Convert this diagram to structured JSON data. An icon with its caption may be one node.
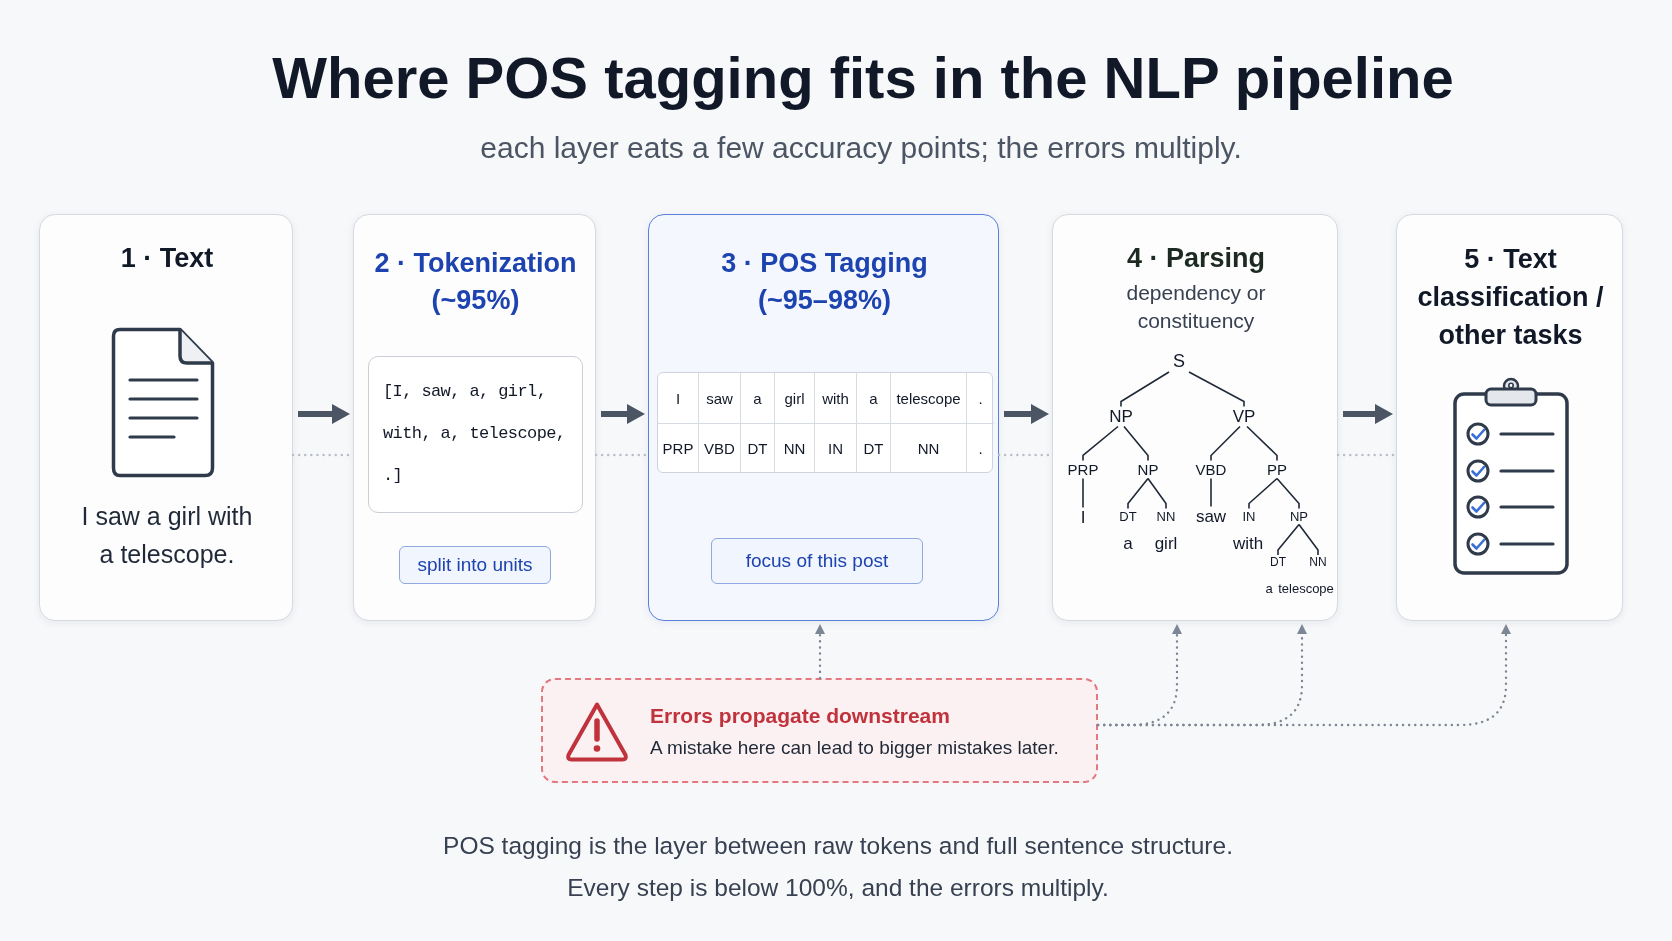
{
  "diagram": {
    "title": "Where POS tagging fits in the NLP pipeline",
    "nodes": [
      {
        "text": [
          "1 · Text",
          "I saw a girl with a telescope."
        ]
      },
      {
        "text": [
          "2 · Tokenization (~95%)"
        ]
      },
      {
        "text": [
          "[I, saw, a, girl, with, a, telescope, .]"
        ],
        "in": 1
      },
      {
        "text": [
          "split into units"
        ],
        "in": 1
      },
      {
        "text": [
          "3 · POS Tagging (~95–98%)"
        ]
      },
      {
        "text": [
          "focus of this post"
        ],
        "in": 4
      },
      {
        "text": [
          "4 · Parsing",
          "dependency or constituency"
        ]
      },
      {
        "text": [
          "S"
        ],
        "in": 6
      },
      {
        "text": [
          "NP"
        ],
        "in": 6
      },
      {
        "text": [
          "VP"
        ],
        "in": 6
      },
      {
        "text": [
          "PRP"
        ],
        "in": 6
      },
      {
        "text": [
          "NP"
        ],
        "in": 6
      },
      {
        "text": [
          "VBD"
        ],
        "in": 6
      },
      {
        "text": [
          "PP"
        ],
        "in": 6
      },
      {
        "text": [
          "I"
        ],
        "in": 6
      },
      {
        "text": [
          "DT"
        ],
        "in": 6,
        "beside": [
          "a"
        ]
      },
      {
        "text": [
          "NN"
        ],
        "in": 6,
        "beside": [
          "girl"
        ]
      },
      {
        "text": [
          "saw"
        ],
        "in": 6
      },
      {
        "text": [
          "IN"
        ],
        "in": 6,
        "beside": [
          "with"
        ]
      },
      {
        "text": [
          "NP"
        ],
        "in": 6
      },
      {
        "text": [
          "DT"
        ],
        "in": 6,
        "beside": [
          "a"
        ]
      },
      {
        "text": [
          "NN"
        ],
        "in": 6,
        "beside": [
          "telescope"
        ]
      },
      {
        "text": [
          "5 · Text classification / other tasks"
        ]
      },
      {
        "text": [
          "Errors propagate downstream",
          "A mistake here can lead to bigger mistakes later."
        ]
      }
    ],
    "edges": [
      {
        "from": 0,
        "to": 1,
        "arrow": "to",
        "style": "thick",
        "color": "#4b5563"
      },
      {
        "from": 1,
        "to": 4,
        "arrow": "to",
        "style": "thick",
        "color": "#4b5563"
      },
      {
        "from": 4,
        "to": 6,
        "arrow": "to",
        "style": "thick",
        "color": "#4b5563"
      },
      {
        "from": 6,
        "to": 22,
        "arrow": "to",
        "style": "thick",
        "color": "#4b5563"
      },
      {
        "from": 0,
        "to": 1,
        "arrow": "none",
        "style": "dashed",
        "color": "#b8bec8"
      },
      {
        "from": 1,
        "to": 4,
        "arrow": "none",
        "style": "dashed",
        "color": "#b8bec8"
      },
      {
        "from": 4,
        "to": 6,
        "arrow": "none",
        "style": "dashed",
        "color": "#b8bec8"
      },
      {
        "from": 6,
        "to": 22,
        "arrow": "none",
        "style": "dashed",
        "color": "#b8bec8"
      },
      {
        "from": 23,
        "to": 4,
        "arrow": "to",
        "style": "dashed",
        "color": "#7d8694"
      },
      {
        "from": 23,
        "to": 6,
        "arrow": "to",
        "style": "dashed",
        "color": "#7d8694"
      },
      {
        "from": 23,
        "to": 6,
        "arrow": "to",
        "style": "dashed",
        "color": "#7d8694"
      },
      {
        "from": 23,
        "to": 22,
        "arrow": "to",
        "style": "dashed",
        "color": "#7d8694"
      },
      {
        "from": 7,
        "to": 8,
        "arrow": "none"
      },
      {
        "from": 7,
        "to": 9,
        "arrow": "none"
      },
      {
        "from": 8,
        "to": 10,
        "arrow": "none"
      },
      {
        "from": 8,
        "to": 11,
        "arrow": "none"
      },
      {
        "from": 9,
        "to": 12,
        "arrow": "none"
      },
      {
        "from": 9,
        "to": 13,
        "arrow": "none"
      },
      {
        "from": 10,
        "to": 14,
        "arrow": "none"
      },
      {
        "from": 11,
        "to": 15,
        "arrow": "none"
      },
      {
        "from": 11,
        "to": 16,
        "arrow": "none"
      },
      {
        "from": 12,
        "to": 17,
        "arrow": "none"
      },
      {
        "from": 13,
        "to": 18,
        "arrow": "none"
      },
      {
        "from": 13,
        "to": 19,
        "arrow": "none"
      },
      {
        "from": 19,
        "to": 20,
        "arrow": "none"
      },
      {
        "from": 19,
        "to": 21,
        "arrow": "none"
      }
    ],
    "labels": [
      "each layer eats a few accuracy points; the errors multiply.",
      "I",
      "saw",
      "a",
      "girl",
      "with",
      "a",
      "telescope",
      ".",
      "PRP",
      "VBD",
      "DT",
      "NN",
      "IN",
      "DT",
      "NN",
      ".",
      "POS tagging is the layer between raw tokens and full sentence structure.",
      "Every step is below 100%, and the errors multiply."
    ]
  }
}
